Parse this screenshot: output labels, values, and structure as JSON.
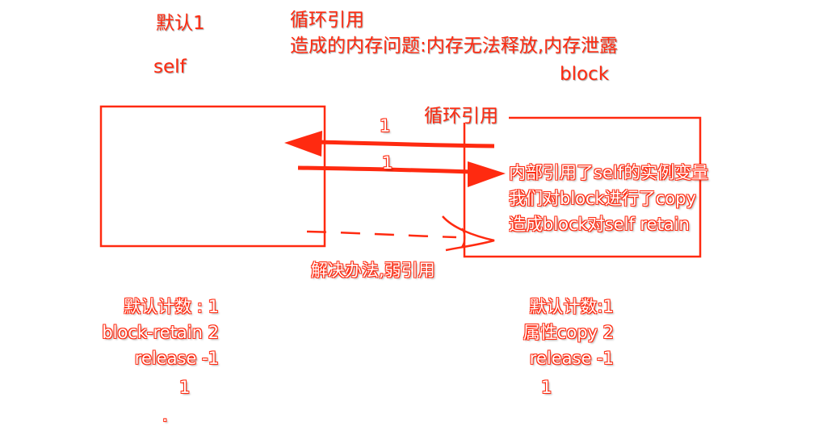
{
  "colors": {
    "primary": "#ff2a10",
    "background": "#ffffff"
  },
  "top": {
    "self_default": "默认1",
    "self_label": "self",
    "retain_cycle_title": "循环引用",
    "problem": "造成的内存问题:内存无法释放,内存泄露",
    "block_label": "block"
  },
  "block_box": {
    "tab": "循环引用",
    "lines": [
      "内部引用了self的实例变量",
      "我们对block进行了copy",
      "造成block对self retain"
    ]
  },
  "arrows": {
    "left_count": "1",
    "right_count": "1"
  },
  "solution": "解决办法,弱引用",
  "self_counts": {
    "lines": [
      "默认计数 : 1",
      "block-retain 2",
      "release  -1"
    ],
    "result": "1",
    "dot": "."
  },
  "block_counts": {
    "lines": [
      "默认计数:1",
      "属性copy 2",
      "release -1"
    ],
    "result": "1"
  }
}
